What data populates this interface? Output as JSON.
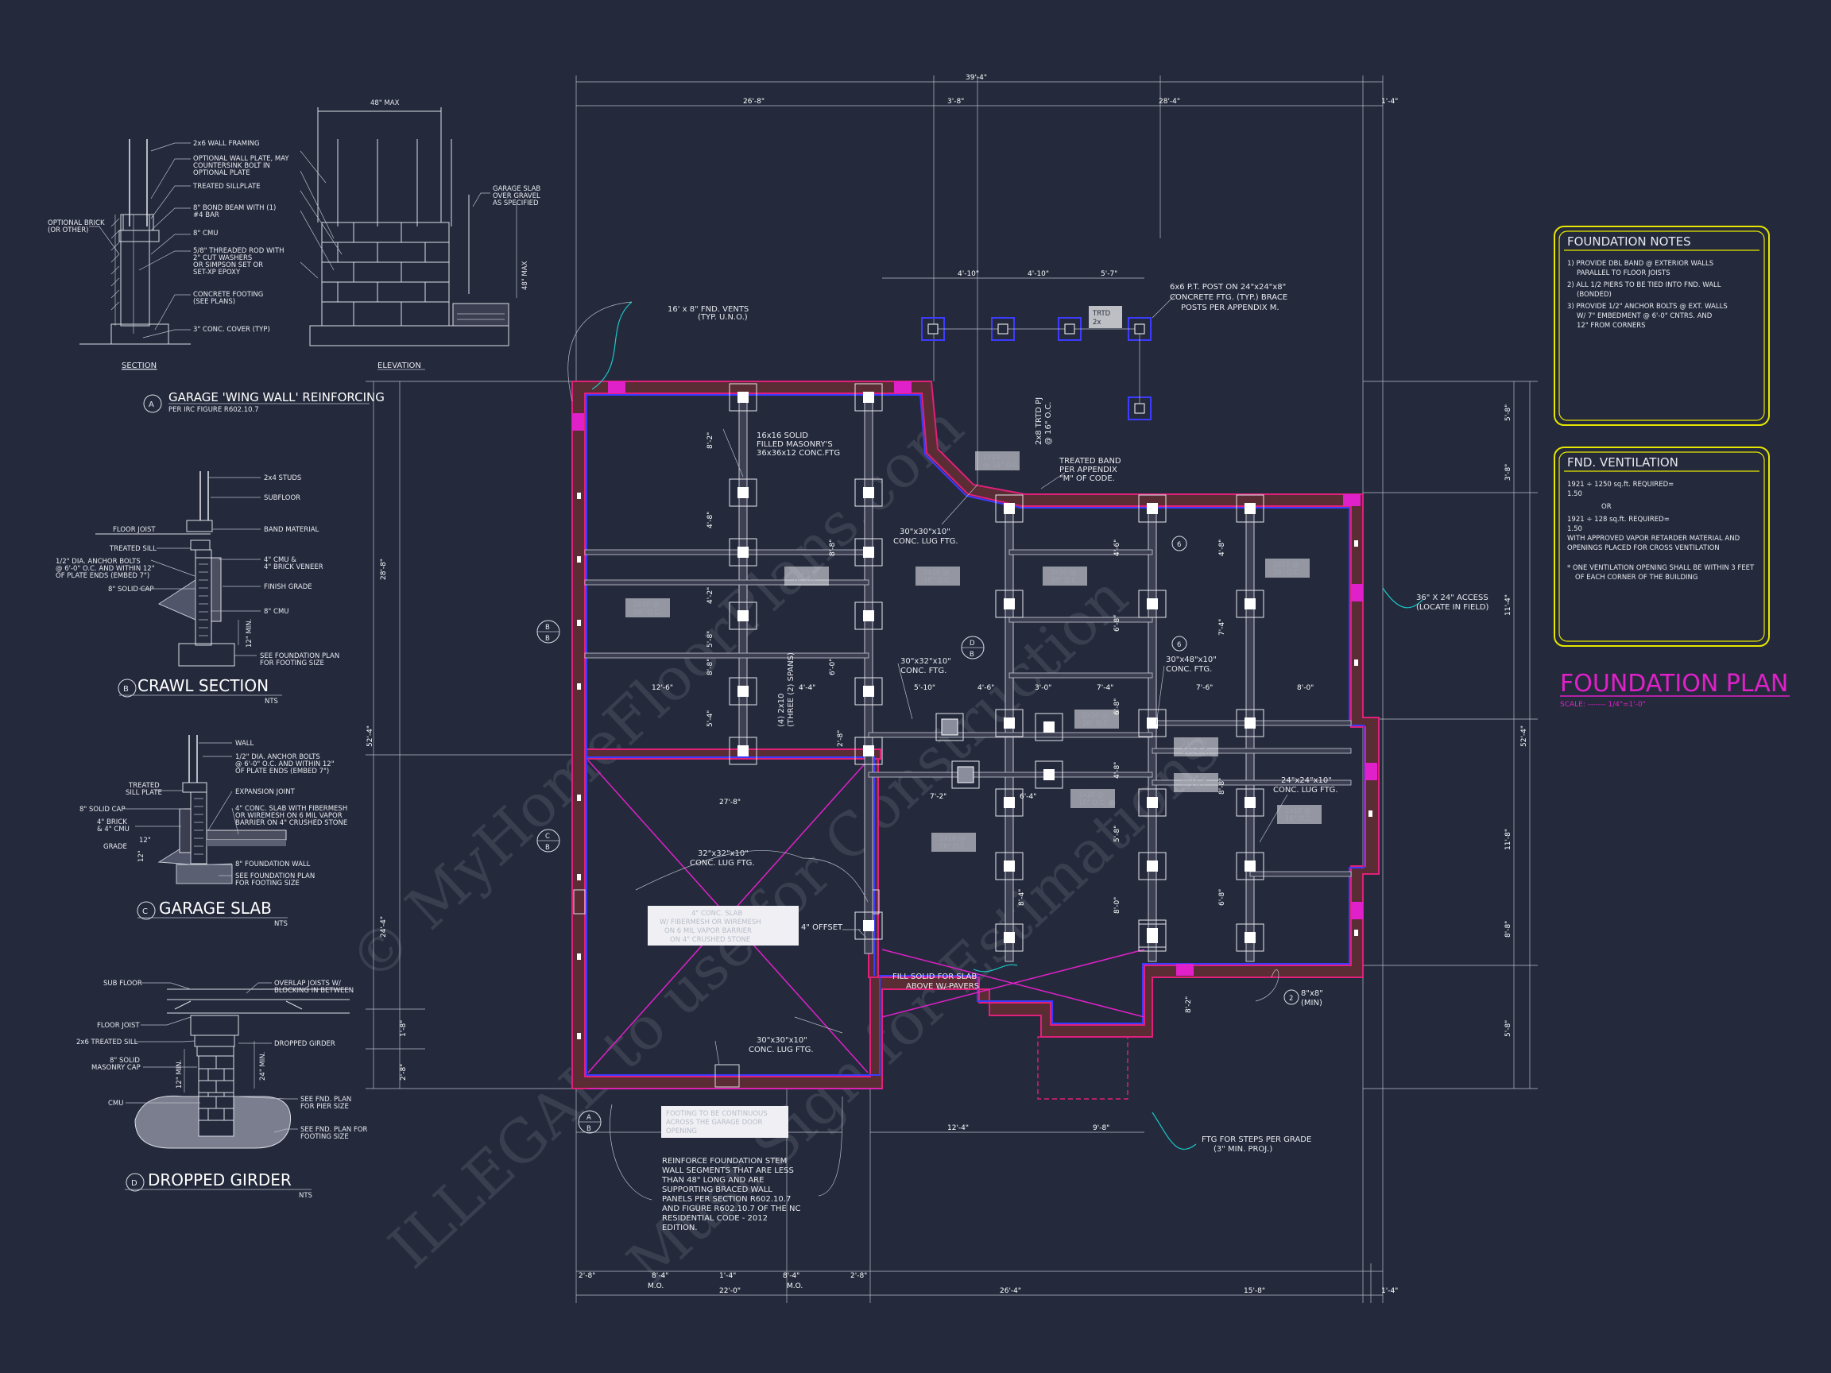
{
  "title": {
    "main": "FOUNDATION PLAN",
    "scale": "SCALE: ------- 1/4\"=1'-0\""
  },
  "colors": {
    "background": "#242a3c",
    "accent_magenta": "#e020c8",
    "note_box": "#e6e600",
    "wall_red": "#e0207a",
    "leader_cyan": "#19c8c8",
    "pier_blue": "#3c3cff"
  },
  "watermark": [
    "© MyHomeFloorPlans.com",
    "ILLEGAL to use for Construction",
    "Must Sign for Estimations"
  ],
  "notes": {
    "foundation": {
      "heading": "FOUNDATION NOTES",
      "lines": [
        "1) PROVIDE DBL BAND @ EXTERIOR WALLS",
        "PARALLEL TO FLOOR JOISTS",
        "2) ALL 1/2 PIERS TO BE TIED INTO FND. WALL",
        "(BONDED)",
        "3) PROVIDE 1/2\" ANCHOR BOLTS @ EXT. WALLS",
        "W/ 7\" EMBEDMENT @ 6'-0\" CNTRS. AND",
        "12\" FROM CORNERS"
      ]
    },
    "ventilation": {
      "heading": "FND. VENTILATION",
      "lines": [
        "1921 ÷ 1250 sq.ft. REQUIRED=",
        "1.50",
        "OR",
        "1921 ÷ 128 sq.ft. REQUIRED=",
        "1.50",
        "WITH APPROVED VAPOR RETARDER MATERIAL AND",
        "OPENINGS PLACED FOR CROSS VENTILATION",
        "* ONE VENTILATION OPENING SHALL BE WITHIN 3 FEET",
        "OF EACH CORNER OF THE BUILDING"
      ]
    }
  },
  "details": {
    "a": {
      "marker": "A",
      "title": "GARAGE 'WING WALL' REINFORCING",
      "subtitle": "PER IRC FIGURE R602.10.7",
      "section_label": "SECTION",
      "elevation_label": "ELEVATION",
      "max_dim": "48\" MAX",
      "height_dim": "48\" MAX",
      "labels": [
        "2x6 WALL FRAMING",
        "OPTIONAL WALL PLATE, MAY",
        "COUNTERSINK BOLT IN",
        "OPTIONAL PLATE",
        "TREATED SILLPLATE",
        "8\" BOND BEAM WITH (1)",
        "#4 BAR",
        "8\" CMU",
        "5/8\" THREADED ROD WITH",
        "2\" CUT WASHERS",
        "OR SIMPSON SET OR",
        "SET-XP EPOXY",
        "CONCRETE FOOTING",
        "(SEE PLANS)",
        "3\" CONC. COVER (TYP)"
      ],
      "left_label": [
        "OPTIONAL BRICK",
        "(OR OTHER)"
      ],
      "right_label": [
        "GARAGE SLAB",
        "OVER GRAVEL",
        "AS SPECIFIED"
      ]
    },
    "b": {
      "marker": "B",
      "title": "CRAWL SECTION",
      "nts": "NTS",
      "labels": [
        "2x4 STUDS",
        "SUBFLOOR",
        "FLOOR JOIST",
        "BAND MATERIAL",
        "TREATED SILL",
        "1/2\" DIA. ANCHOR BOLTS",
        "@ 6'-0\" O.C. AND WITHIN 12\"",
        "OF PLATE ENDS (EMBED 7\")",
        "8\" SOLID CAP",
        "4\" CMU &",
        "4\" BRICK VENEER",
        "FINISH GRADE",
        "8\" CMU",
        "12\" MIN.",
        "SEE FOUNDATION PLAN",
        "FOR FOOTING SIZE"
      ]
    },
    "c": {
      "marker": "C",
      "title": "GARAGE SLAB",
      "nts": "NTS",
      "labels": [
        "WALL",
        "1/2\" DIA. ANCHOR BOLTS",
        "@ 6'-0\" O.C. AND WITHIN 12\"",
        "OF PLATE ENDS (EMBED 7\")",
        "TREATED",
        "SILL PLATE",
        "EXPANSION JOINT",
        "8\" SOLID CAP",
        "4\" CONC. SLAB WITH FIBERMESH",
        "OR WIREMESH ON 6 MIL VAPOR",
        "BARRIER ON 4\" CRUSHED STONE",
        "4\" BRICK",
        "& 4\" CMU",
        "GRADE",
        "8\" FOUNDATION WALL",
        "SEE FOUNDATION PLAN",
        "FOR FOOTING SIZE",
        "12\""
      ]
    },
    "d": {
      "marker": "D",
      "title": "DROPPED GIRDER",
      "nts": "NTS",
      "labels": [
        "SUB FLOOR",
        "OVERLAP JOISTS W/",
        "BLOCKING IN BETWEEN",
        "FLOOR JOIST",
        "2x6 TREATED SILL",
        "DROPPED GIRDER",
        "8\" SOLID",
        "MASONRY CAP",
        "12\" MIN.",
        "24\" MIN.",
        "CMU",
        "SEE FND. PLAN",
        "FOR PIER SIZE",
        "SEE FND. PLAN FOR",
        "FOOTING SIZE"
      ]
    }
  },
  "plan": {
    "dims_top": [
      "39'-4\"",
      "26'-8\"",
      "3'-8\"",
      "28'-4\"",
      "1'-4\"",
      "4'-10\"",
      "4'-10\"",
      "5'-7\""
    ],
    "dims_bottom": [
      "2'-8\"",
      "8'-4\"",
      "1'-4\"",
      "8'-4\"",
      "2'-8\"",
      "M.O.",
      "M.O.",
      "22'-0\"",
      "26'-4\"",
      "15'-8\"",
      "1'-4\"",
      "12'-4\"",
      "9'-8\""
    ],
    "dims_left": [
      "28'-8\"",
      "52'-4\"",
      "24'-4\"",
      "1'-8\"",
      "2'-8\""
    ],
    "dims_right": [
      "5'-8\"",
      "3'-8\"",
      "11'-4\"",
      "52'-4\"",
      "11'-8\"",
      "8'-8\"",
      "5'-8\""
    ],
    "dims_inner": [
      "12'-6\"",
      "4'-4\"",
      "5'-10\"",
      "4'-6\"",
      "3'-0\"",
      "7'-4\"",
      "7'-6\"",
      "8'-0\"",
      "7'-2\"",
      "6'-4\"",
      "27'-8\"",
      "8'-2\"",
      "4'-8\"",
      "4'-2\"",
      "5'-8\"",
      "8'-8\"",
      "5'-4\"",
      "8'-8\"",
      "6'-0\"",
      "2'-8\"",
      "4'-6\"",
      "6'-8\"",
      "6'-8\"",
      "4'-8\"",
      "5'-8\"",
      "8'-0\"",
      "4'-8\"",
      "7'-4\"",
      "8'-8\"",
      "6'-8\"",
      "8'-4\"",
      "8'-2\""
    ],
    "callouts": [
      "16' x 8\" FND. VENTS",
      "(TYP. U.N.O.)",
      "6x6 P.T. POST ON 24\"x24\"x8\"",
      "CONCRETE FTG. (TYP.) BRACE",
      "POSTS PER APPENDIX M.",
      "16x16 SOLID",
      "FILLED MASONRY'S",
      "36x36x12 CONC.FTG",
      "TREATED BAND",
      "PER APPENDIX",
      "\"M\" OF CODE.",
      "30\"x30\"x10\"",
      "CONC. LUG FTG.",
      "(4) 2x10",
      "(THREE (2) SPANS)",
      "30\"x32\"x10\"",
      "CONC. FTG.",
      "30\"x48\"x10\"",
      "CONC. FTG.",
      "36\" X 24\" ACCESS",
      "(LOCATE IN FIELD)",
      "24\"x24\"x10\"",
      "CONC. LUG FTG.",
      "32\"x32\"x10\"",
      "CONC. LUG FTG.",
      "4\" OFFSET",
      "FILL SOLID FOR SLAB",
      "ABOVE W/ PAVERS",
      "8\"x8\"",
      "(MIN)",
      "30\"x30\"x10\"",
      "CONC. LUG FTG.",
      "FTG FOR STEPS PER GRADE",
      "(3\" MIN. PROJ.)",
      "REINFORCE FOUNDATION STEM",
      "WALL SEGMENTS THAT ARE LESS",
      "THAN 48\" LONG AND ARE",
      "SUPPORTING BRACED WALL",
      "PANELS PER SECTION R602.10.7",
      "AND FIGURE R602.10.7 OF THE NC",
      "RESIDENTIAL CODE - 2012",
      "EDITION.",
      "2x8 TRTD PJ",
      "@ 16\" O.C.",
      "TRTD",
      "2x"
    ],
    "slab_note": [
      "4\" CONC. SLAB",
      "W/ FIBERMESH OR WIREMESH",
      "ON 6 MIL VAPOR BARRIER",
      "ON 4\" CRUSHED STONE"
    ],
    "door_note": [
      "FOOTING TO BE CONTINUOUS",
      "ACROSS THE GARAGE DOOR",
      "OPENING"
    ],
    "beam_tags": [
      "2x10 @",
      "16\" O.C.",
      "2x10 @",
      "16\" O.C.",
      "2x10 @",
      "16\" O.C.",
      "2x10 @",
      "16\" O.C.",
      "2x10 @",
      "16\" O.C.",
      "2x10 @",
      "16\" O.C.",
      "2x10 @",
      "16\" O.C.",
      "2x10 @",
      "16\" O.C.",
      "2x10 @",
      "16\" O.C.",
      "2x10 @",
      "16\" O.C.",
      "2x10 @",
      "16\" O.C.",
      "2x10",
      "@ 16\" O.C."
    ],
    "section_markers": [
      "B",
      "B",
      "C",
      "B",
      "D",
      "B",
      "A",
      "B",
      "6",
      "6",
      "2"
    ]
  }
}
